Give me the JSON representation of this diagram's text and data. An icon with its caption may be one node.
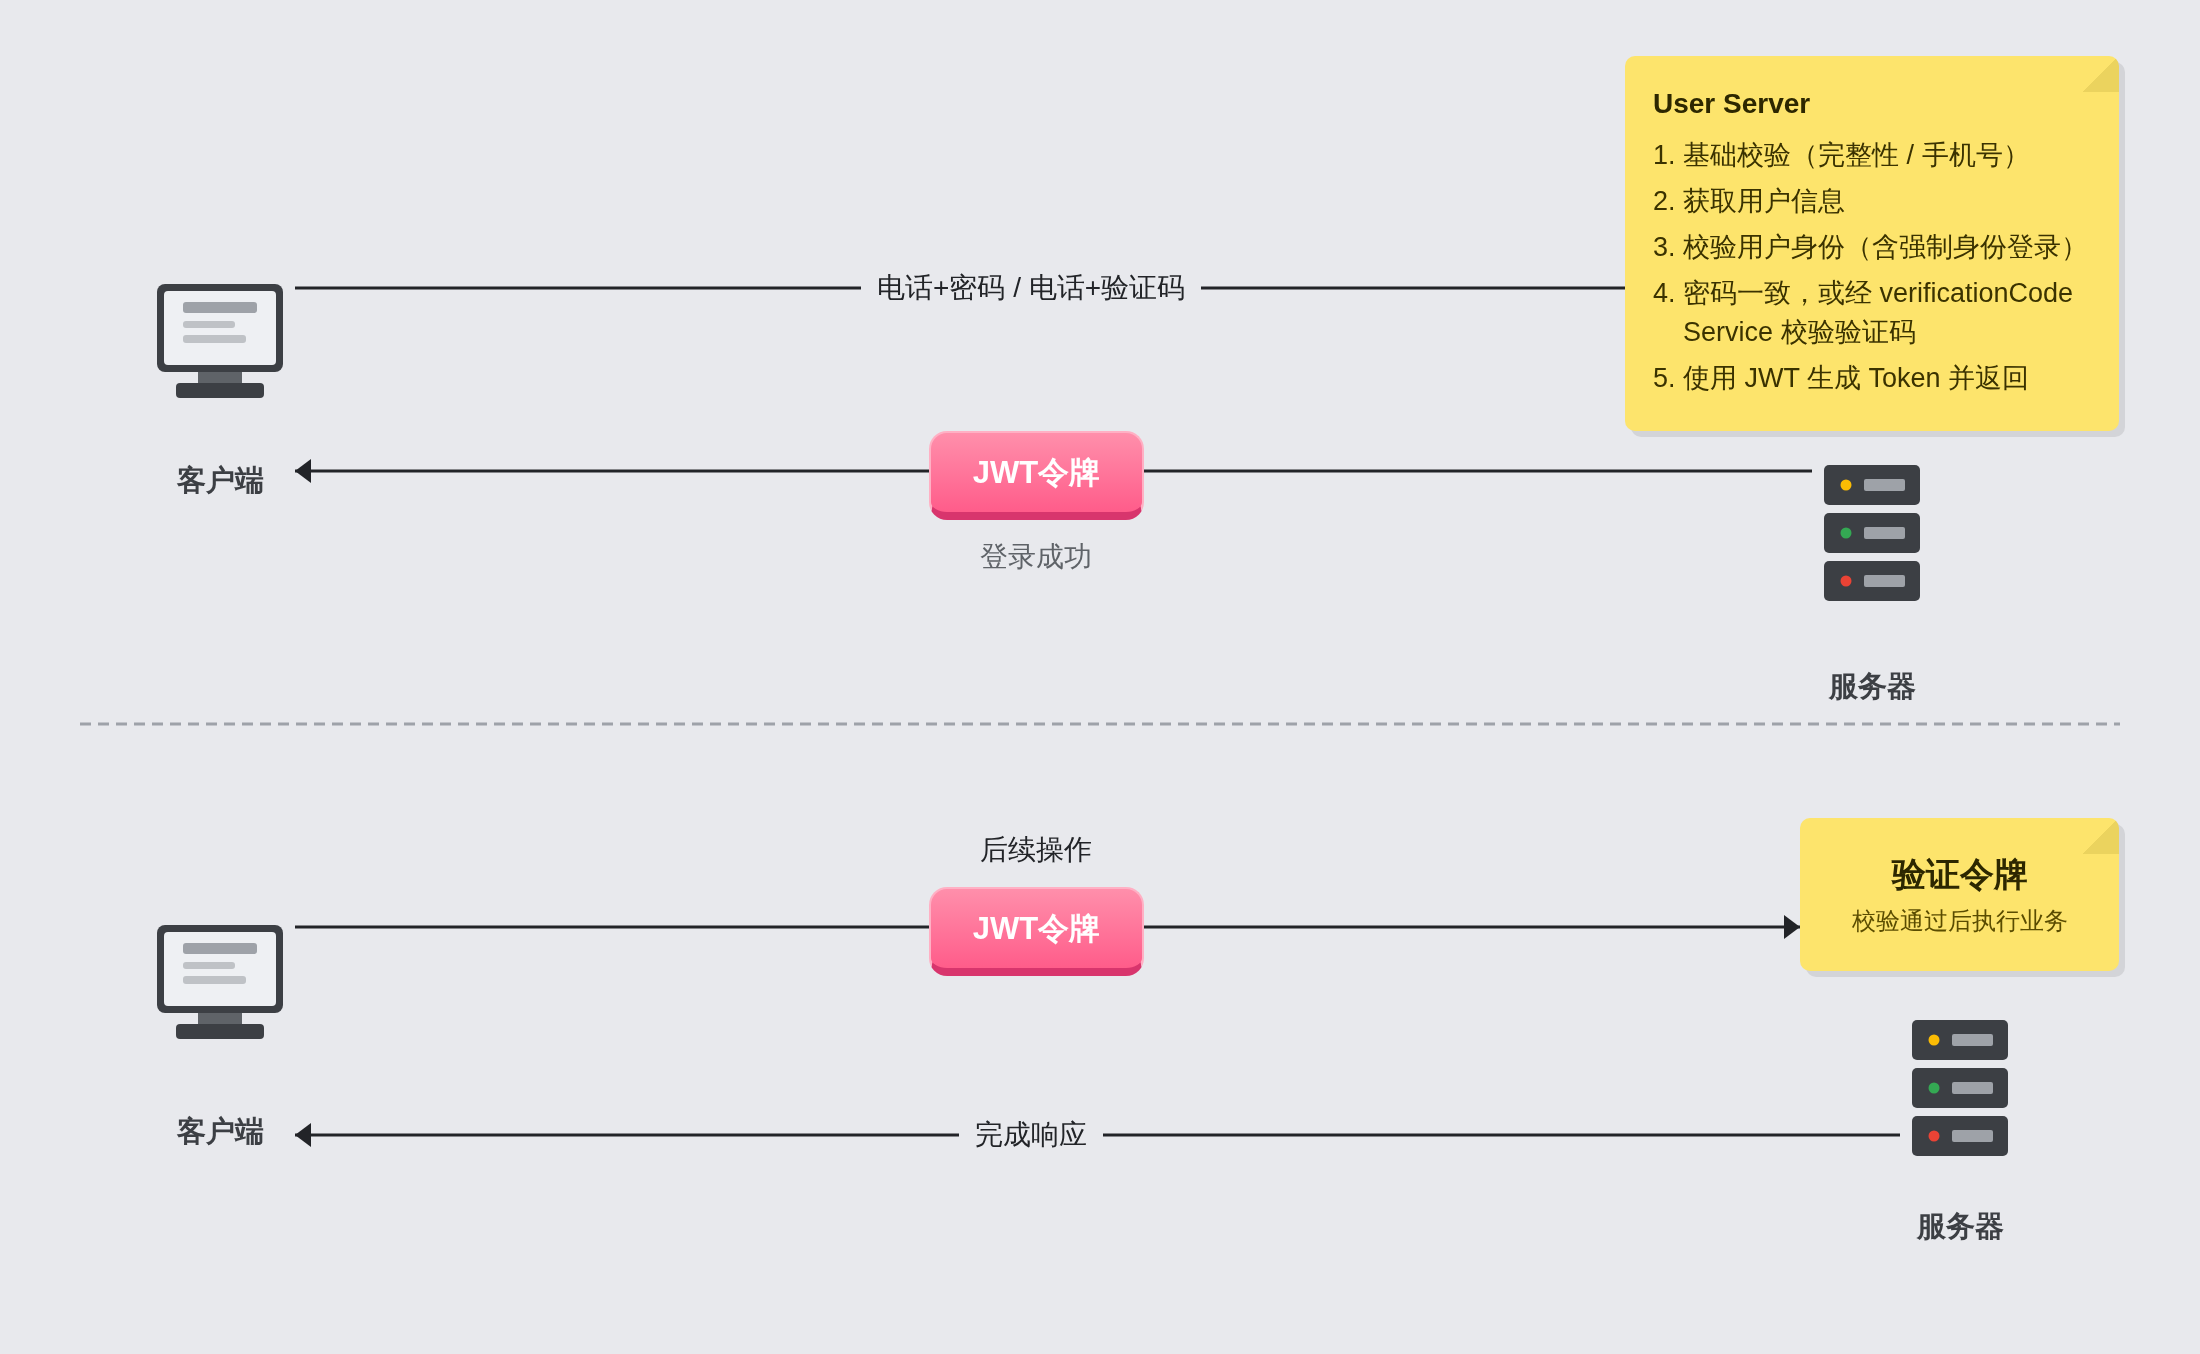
{
  "diagram": {
    "nodes": [
      {
        "text": [
          "客户端"
        ]
      },
      {
        "text": [
          "User Server",
          "1. 基础校验（完整性 / 手机号）",
          "2. 获取用户信息",
          "3. 校验用户身份（含强制身份登录）",
          "4. 密码一致，或经 verificationCode Service 校验验证码",
          "5. 使用 JWT 生成 Token 并返回"
        ]
      },
      {
        "text": [
          "JWT令牌"
        ],
        "beside": [
          "登录成功"
        ]
      },
      {
        "text": [
          "服务器"
        ]
      },
      {
        "text": [
          "客户端"
        ]
      },
      {
        "text": [
          "JWT令牌"
        ],
        "beside": [
          "后续操作"
        ]
      },
      {
        "text": [
          "验证令牌",
          "校验通过后执行业务"
        ]
      },
      {
        "text": [
          "服务器"
        ]
      }
    ],
    "edges": [
      {
        "from": 0,
        "to": 1,
        "arrow": "none",
        "label": "电话+密码 / 电话+验证码"
      },
      {
        "from": 3,
        "to": 2,
        "arrow": "none"
      },
      {
        "from": 2,
        "to": 0,
        "arrow": "to"
      },
      {
        "from": 4,
        "to": 5,
        "arrow": "none"
      },
      {
        "from": 5,
        "to": 6,
        "arrow": "to"
      },
      {
        "from": 7,
        "to": 4,
        "arrow": "to",
        "label": "完成响应"
      }
    ]
  }
}
